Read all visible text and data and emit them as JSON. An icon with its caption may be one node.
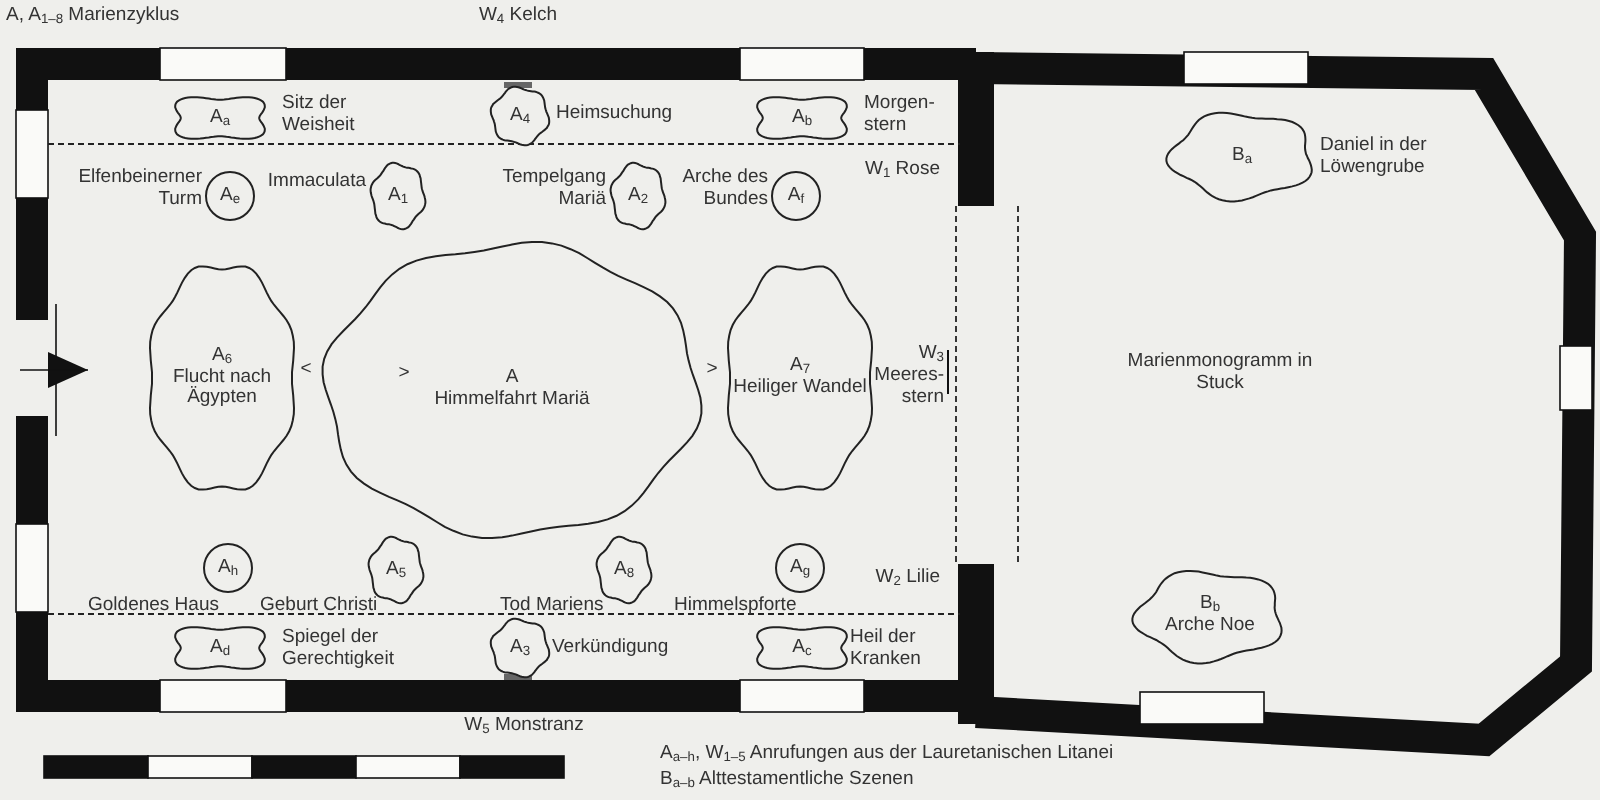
{
  "diagram": {
    "nodes": [
      {
        "text": [
          "A$_{a}$"
        ],
        "beside": [
          "Sitz der Weisheit"
        ]
      },
      {
        "text": [
          "A$_{4}$"
        ],
        "beside": [
          "Heimsuchung"
        ]
      },
      {
        "text": [
          "A$_{b}$"
        ],
        "beside": [
          "Morgen- stern"
        ]
      },
      {
        "text": [
          "A$_{e}$"
        ],
        "beside": [
          "Elfenbeinerner Turm"
        ]
      },
      {
        "text": [
          "A$_{1}$"
        ],
        "beside": [
          "Immaculata"
        ]
      },
      {
        "text": [
          "A$_{2}$"
        ],
        "beside": [
          "Tempelgang Mariä"
        ]
      },
      {
        "text": [
          "A$_{f}$"
        ],
        "beside": [
          "Arche des Bundes"
        ]
      },
      {
        "text": [
          "A$_{6}$",
          "Flucht nach Ägypten"
        ]
      },
      {
        "text": [
          "A",
          "Himmelfahrt Mariä"
        ]
      },
      {
        "text": [
          "A$_{7}$",
          "Heiliger Wandel"
        ]
      },
      {
        "text": [
          "A$_{h}$"
        ],
        "beside": [
          "Goldenes Haus"
        ]
      },
      {
        "text": [
          "A$_{5}$"
        ],
        "beside": [
          "Geburt Christi"
        ]
      },
      {
        "text": [
          "A$_{8}$"
        ],
        "beside": [
          "Tod Mariens"
        ]
      },
      {
        "text": [
          "A$_{g}$"
        ],
        "beside": [
          "Himmelspforte"
        ]
      },
      {
        "text": [
          "A$_{d}$"
        ],
        "beside": [
          "Spiegel der Gerechtigkeit"
        ]
      },
      {
        "text": [
          "A$_{3}$"
        ],
        "beside": [
          "Verkündigung"
        ]
      },
      {
        "text": [
          "A$_{c}$"
        ],
        "beside": [
          "Heil der Kranken"
        ]
      },
      {
        "text": [
          "B$_{a}$"
        ],
        "beside": [
          "Daniel in der Löwengrube"
        ]
      },
      {
        "text": [
          "B$_{b}$",
          "Arche Noe"
        ]
      }
    ],
    "labels": [
      "A, A$_{1–8}$ Marienzyklus",
      "W$_{4}$ Kelch",
      "W$_{1}$ Rose",
      "<",
      ">",
      ">",
      "W$_{3}$ Meeres- stern",
      "Marienmonogramm in Stuck",
      "W$_{2}$ Lilie",
      "W$_{5}$ Monstranz",
      "A$_{a–h}$, W$_{1–5}$ Anrufungen aus der Lauretanischen Litanei",
      "B$_{a–b}$ Alttestamentliche Szenen"
    ]
  }
}
